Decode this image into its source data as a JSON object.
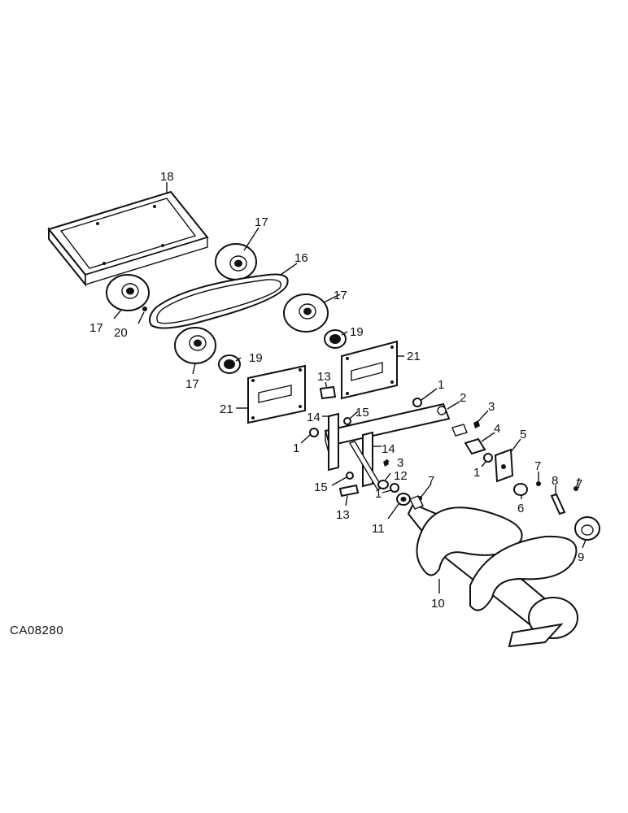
{
  "drawing_code": "CA08280",
  "callouts": [
    {
      "id": "c18",
      "text": "18"
    },
    {
      "id": "c17a",
      "text": "17"
    },
    {
      "id": "c16",
      "text": "16"
    },
    {
      "id": "c17b",
      "text": "17"
    },
    {
      "id": "c20",
      "text": "20"
    },
    {
      "id": "c17c",
      "text": "17"
    },
    {
      "id": "c19a",
      "text": "19"
    },
    {
      "id": "c19b",
      "text": "19"
    },
    {
      "id": "c17d",
      "text": "17"
    },
    {
      "id": "c21a",
      "text": "21"
    },
    {
      "id": "c21b",
      "text": "21"
    },
    {
      "id": "c13a",
      "text": "13"
    },
    {
      "id": "c1a",
      "text": "1"
    },
    {
      "id": "c2",
      "text": "2"
    },
    {
      "id": "c3a",
      "text": "3"
    },
    {
      "id": "c4",
      "text": "4"
    },
    {
      "id": "c5",
      "text": "5"
    },
    {
      "id": "c14a",
      "text": "14"
    },
    {
      "id": "c15a",
      "text": "15"
    },
    {
      "id": "c1b",
      "text": "1"
    },
    {
      "id": "c14b",
      "text": "14"
    },
    {
      "id": "c3b",
      "text": "3"
    },
    {
      "id": "c1c",
      "text": "1"
    },
    {
      "id": "c12",
      "text": "12"
    },
    {
      "id": "c15b",
      "text": "15"
    },
    {
      "id": "c1d",
      "text": "1"
    },
    {
      "id": "c13b",
      "text": "13"
    },
    {
      "id": "c7a",
      "text": "7"
    },
    {
      "id": "c11",
      "text": "11"
    },
    {
      "id": "c6",
      "text": "6"
    },
    {
      "id": "c7b",
      "text": "7"
    },
    {
      "id": "c8",
      "text": "8"
    },
    {
      "id": "c7c",
      "text": "7"
    },
    {
      "id": "c9",
      "text": "9"
    },
    {
      "id": "c10",
      "text": "10"
    }
  ]
}
